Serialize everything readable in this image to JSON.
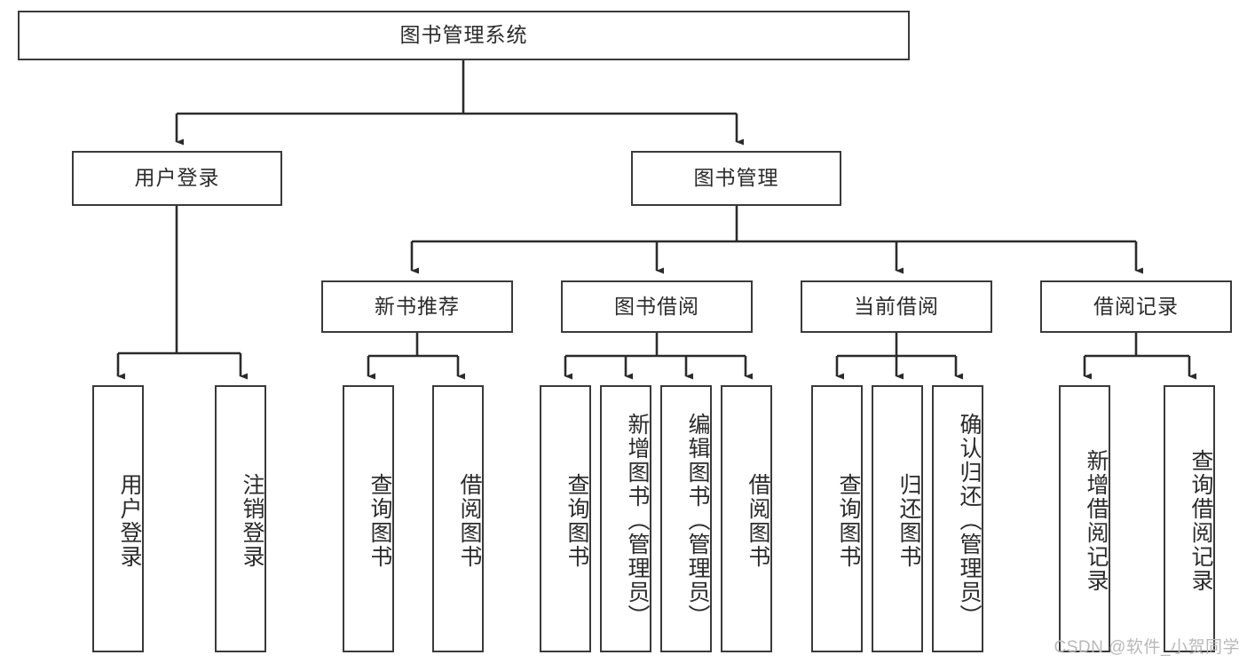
{
  "diagram": {
    "title": "图书管理系统",
    "type": "tree-hierarchy-chart",
    "watermark": "CSDN @软件_小贺同学",
    "colors": {
      "background": "#ffffff",
      "box_border": "#3a3a3a",
      "text": "#2b2b2b",
      "connector": "#2b2b2b",
      "watermark": "#b9b9b9"
    },
    "root": {
      "id": "root",
      "label": "图书管理系统",
      "orientation": "horizontal"
    },
    "level2": [
      {
        "id": "user-login",
        "label": "用户登录",
        "orientation": "horizontal"
      },
      {
        "id": "book-management",
        "label": "图书管理",
        "orientation": "horizontal"
      }
    ],
    "level3": [
      {
        "id": "new-book-recommend",
        "label": "新书推荐",
        "orientation": "horizontal",
        "parent": "book-management"
      },
      {
        "id": "book-borrow",
        "label": "图书借阅",
        "orientation": "horizontal",
        "parent": "book-management"
      },
      {
        "id": "current-borrow",
        "label": "当前借阅",
        "orientation": "horizontal",
        "parent": "book-management"
      },
      {
        "id": "borrow-record",
        "label": "借阅记录",
        "orientation": "horizontal",
        "parent": "book-management"
      }
    ],
    "leaves": [
      {
        "id": "leaf-user-login",
        "label": "用户登录",
        "orientation": "vertical",
        "parent": "user-login"
      },
      {
        "id": "leaf-user-logout",
        "label": "注销登录",
        "orientation": "vertical",
        "parent": "user-login"
      },
      {
        "id": "leaf-query-book-1",
        "label": "查询图书",
        "orientation": "vertical",
        "parent": "new-book-recommend"
      },
      {
        "id": "leaf-borrow-book-1",
        "label": "借阅图书",
        "orientation": "vertical",
        "parent": "new-book-recommend"
      },
      {
        "id": "leaf-query-book-2",
        "label": "查询图书",
        "orientation": "vertical",
        "parent": "book-borrow"
      },
      {
        "id": "leaf-add-book",
        "label": "新增图书（管理员）",
        "orientation": "vertical",
        "parent": "book-borrow"
      },
      {
        "id": "leaf-edit-book",
        "label": "编辑图书（管理员）",
        "orientation": "vertical",
        "parent": "book-borrow"
      },
      {
        "id": "leaf-borrow-book-2",
        "label": "借阅图书",
        "orientation": "vertical",
        "parent": "book-borrow"
      },
      {
        "id": "leaf-query-book-3",
        "label": "查询图书",
        "orientation": "vertical",
        "parent": "current-borrow"
      },
      {
        "id": "leaf-return-book",
        "label": "归还图书",
        "orientation": "vertical",
        "parent": "current-borrow"
      },
      {
        "id": "leaf-confirm-return",
        "label": "确认归还（管理员）",
        "orientation": "vertical",
        "parent": "current-borrow"
      },
      {
        "id": "leaf-add-record",
        "label": "新增借阅记录",
        "orientation": "vertical",
        "parent": "borrow-record"
      },
      {
        "id": "leaf-query-record",
        "label": "查询借阅记录",
        "orientation": "vertical",
        "parent": "borrow-record"
      }
    ]
  }
}
